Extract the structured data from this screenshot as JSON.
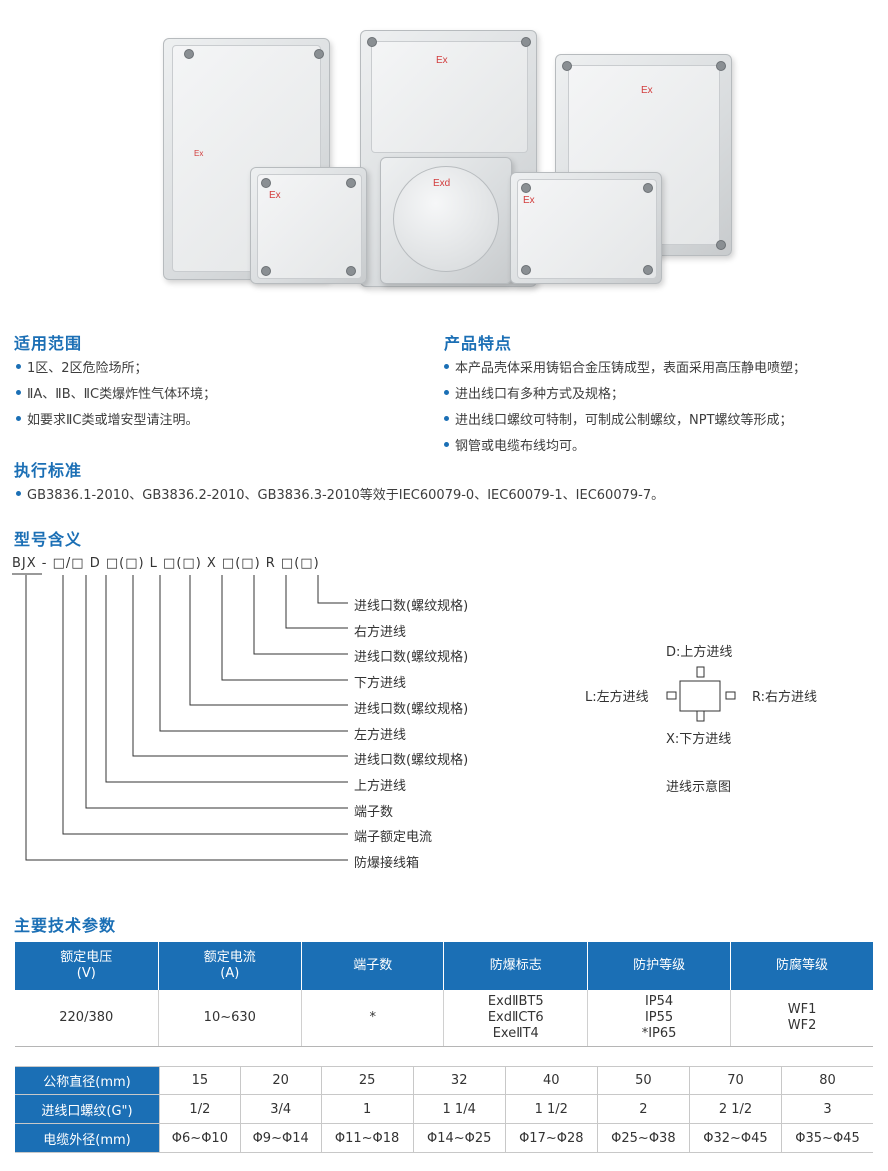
{
  "photo": {
    "ex1": "Ex",
    "ex2": "Ex",
    "ex3": "Exd",
    "ex4": "Ex",
    "ex5": "Ex",
    "side": "Ex"
  },
  "scope": {
    "title": "适用范围",
    "items": [
      "1区、2区危险场所；",
      "ⅡA、ⅡB、ⅡC类爆炸性气体环境；",
      "如要求ⅡC类或增安型请注明。"
    ]
  },
  "features": {
    "title": "产品特点",
    "items": [
      "本产品壳体采用铸铝合金压铸成型，表面采用高压静电喷塑；",
      "进出线口有多种方式及规格；",
      "进出线口螺纹可特制，可制成公制螺纹，NPT螺纹等形成；",
      "钢管或电缆布线均可。"
    ]
  },
  "standard": {
    "title": "执行标准",
    "text": "GB3836.1-2010、GB3836.2-2010、GB3836.3-2010等效于IEC60079-0、IEC60079-1、IEC60079-7。"
  },
  "model": {
    "title": "型号含义",
    "code": "BJX - □/□ D □(□) L □(□) X □(□) R □(□)",
    "labels": [
      "进线口数(螺纹规格)",
      "右方进线",
      "进线口数(螺纹规格)",
      "下方进线",
      "进线口数(螺纹规格)",
      "左方进线",
      "进线口数(螺纹规格)",
      "上方进线",
      "端子数",
      "端子额定电流",
      "防爆接线箱"
    ]
  },
  "diagram": {
    "top": "D:上方进线",
    "left": "L:左方进线",
    "right": "R:右方进线",
    "bottom": "X:下方进线",
    "caption": "进线示意图"
  },
  "params": {
    "title": "主要技术参数",
    "headers": [
      [
        "额定电压",
        "(V)"
      ],
      [
        "额定电流",
        "(A)"
      ],
      [
        "端子数",
        ""
      ],
      [
        "防爆标志",
        ""
      ],
      [
        "防护等级",
        ""
      ],
      [
        "防腐等级",
        ""
      ]
    ],
    "row": {
      "voltage": "220/380",
      "current": "10~630",
      "terminals": "*",
      "ex": [
        "ExdⅡBT5",
        "ExdⅡCT6",
        "ExeⅡT4"
      ],
      "ip": [
        "IP54",
        "IP55",
        "*IP65"
      ],
      "wf": [
        "WF1",
        "WF2"
      ]
    }
  },
  "sizes": {
    "rows": [
      {
        "label": "公称直径(mm)",
        "values": [
          "15",
          "20",
          "25",
          "32",
          "40",
          "50",
          "70",
          "80"
        ]
      },
      {
        "label": "进线口螺纹(G\")",
        "values": [
          "1/2",
          "3/4",
          "1",
          "1 1/4",
          "1 1/2",
          "2",
          "2 1/2",
          "3"
        ]
      },
      {
        "label": "电缆外径(mm)",
        "values": [
          "Φ6~Φ10",
          "Φ9~Φ14",
          "Φ11~Φ18",
          "Φ14~Φ25",
          "Φ17~Φ28",
          "Φ25~Φ38",
          "Φ32~Φ45",
          "Φ35~Φ45"
        ]
      }
    ]
  }
}
